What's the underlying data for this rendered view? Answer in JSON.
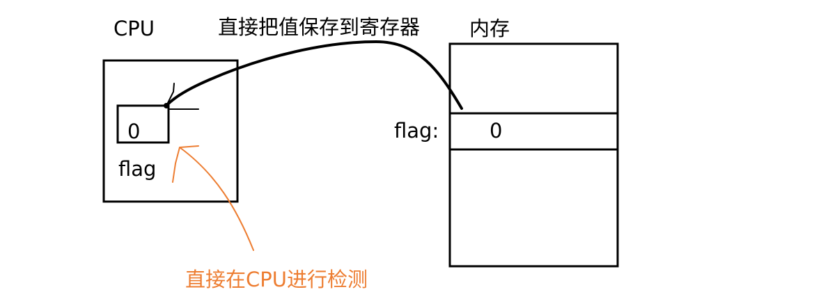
{
  "labels": {
    "cpu": "CPU",
    "save_to_register": "直接把值保存到寄存器",
    "memory": "内存",
    "cpu_flag_value": "0",
    "cpu_flag_label": "flag",
    "memory_flag_label": "flag:",
    "memory_flag_value": "0",
    "detect_in_cpu": "直接在CPU进行检测"
  },
  "colors": {
    "ink": "#000000",
    "annotation": "#ED7D31",
    "background": "#ffffff"
  }
}
